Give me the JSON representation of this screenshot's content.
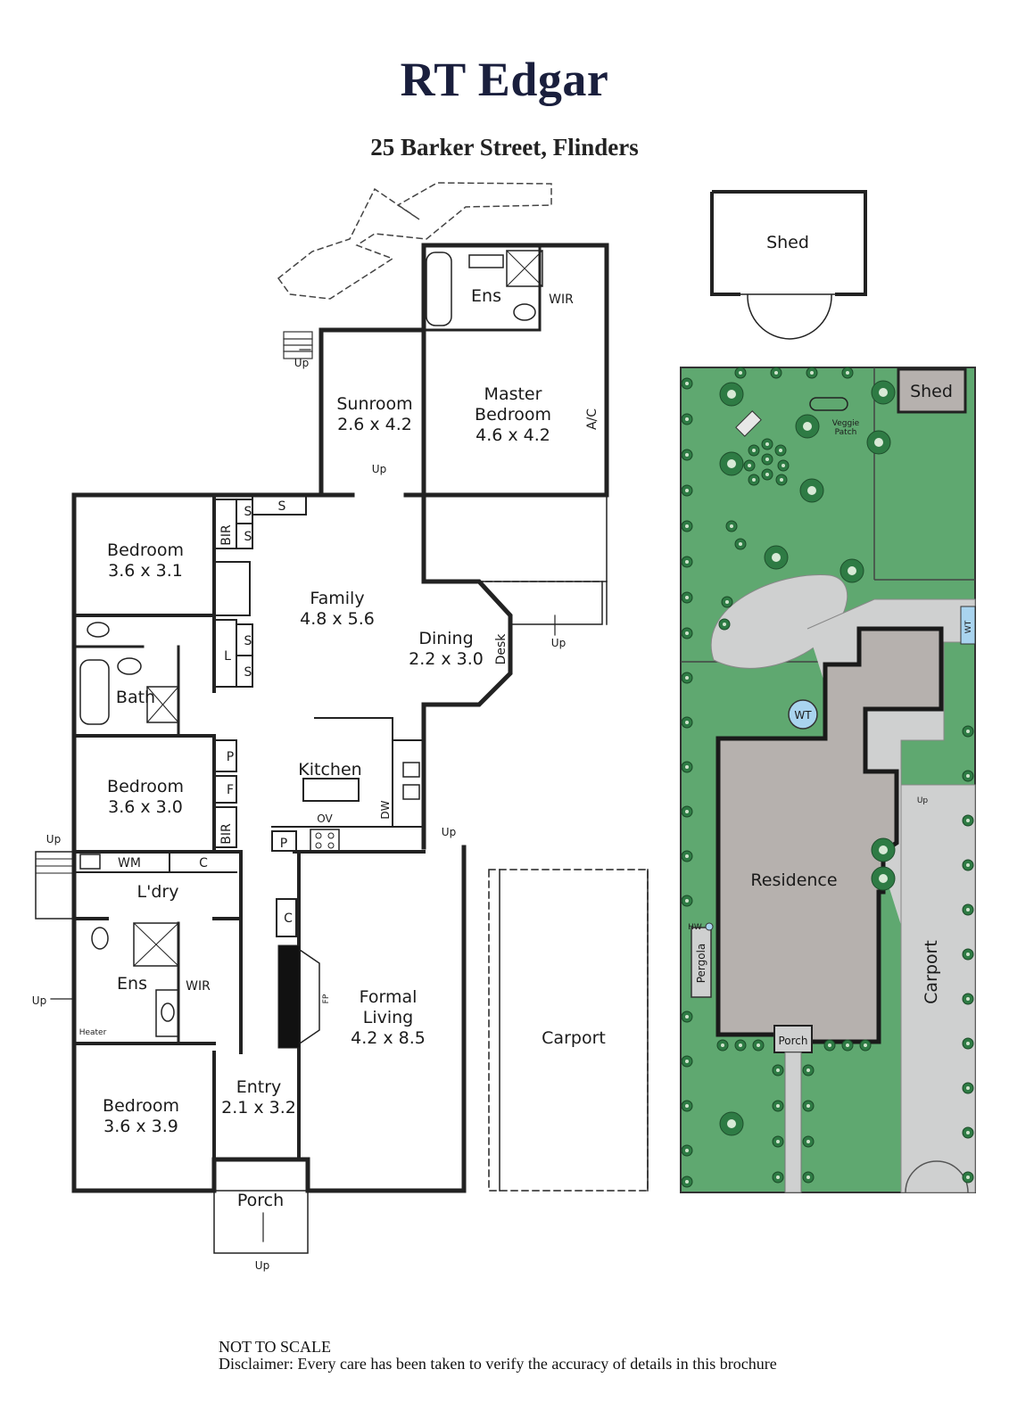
{
  "header": {
    "brand": "RT Edgar",
    "address": "25 Barker Street, Flinders"
  },
  "floorplan": {
    "shed_top": "Shed",
    "sunroom": {
      "name": "Sunroom",
      "dims": "2.6 x 4.2"
    },
    "ens_top": "Ens",
    "wir_top": "WIR",
    "master": {
      "name1": "Master",
      "name2": "Bedroom",
      "dims": "4.6 x 4.2"
    },
    "ac": "A/C",
    "bedroom1": {
      "name": "Bedroom",
      "dims": "3.6 x 3.1"
    },
    "family": {
      "name": "Family",
      "dims": "4.8 x 5.6"
    },
    "dining": {
      "name": "Dining",
      "dims": "2.2 x 3.0"
    },
    "desk": "Desk",
    "bath": "Bath",
    "kitchen": "Kitchen",
    "bedroom2": {
      "name": "Bedroom",
      "dims": "3.6 x 3.0"
    },
    "bir": "BIR",
    "s": "S",
    "l": "L",
    "p": "P",
    "f": "F",
    "c": "C",
    "wm": "WM",
    "ov": "OV",
    "dw": "DW",
    "laundry": "L'dry",
    "ens_bottom": "Ens",
    "wir_bottom": "WIR",
    "heater": "Heater",
    "fp": "FP",
    "formal_living": {
      "name1": "Formal",
      "name2": "Living",
      "dims": "4.2 x 8.5"
    },
    "entry": {
      "name": "Entry",
      "dims": "2.1 x 3.2"
    },
    "bedroom3": {
      "name": "Bedroom",
      "dims": "3.6 x 3.9"
    },
    "porch": "Porch",
    "carport": "Carport",
    "up": "Up"
  },
  "siteplan": {
    "shed": "Shed",
    "veggie1": "Veggie",
    "veggie2": "Patch",
    "wt": "WT",
    "residence": "Residence",
    "carport": "Carport",
    "pergola": "Pergola",
    "hw": "HW",
    "porch": "Porch",
    "up": "Up"
  },
  "colors": {
    "lawn": "#5fa870",
    "paving": "#cfd0d0",
    "residence": "#b6b1ae",
    "tree": "#2e7b44",
    "water_tank": "#a9d4ef",
    "wall": "#222222",
    "brand": "#1a1f3d"
  },
  "footer": {
    "not_to_scale": "NOT TO SCALE",
    "disclaimer": "Disclaimer: Every care has been taken to verify the accuracy of details in this brochure"
  }
}
